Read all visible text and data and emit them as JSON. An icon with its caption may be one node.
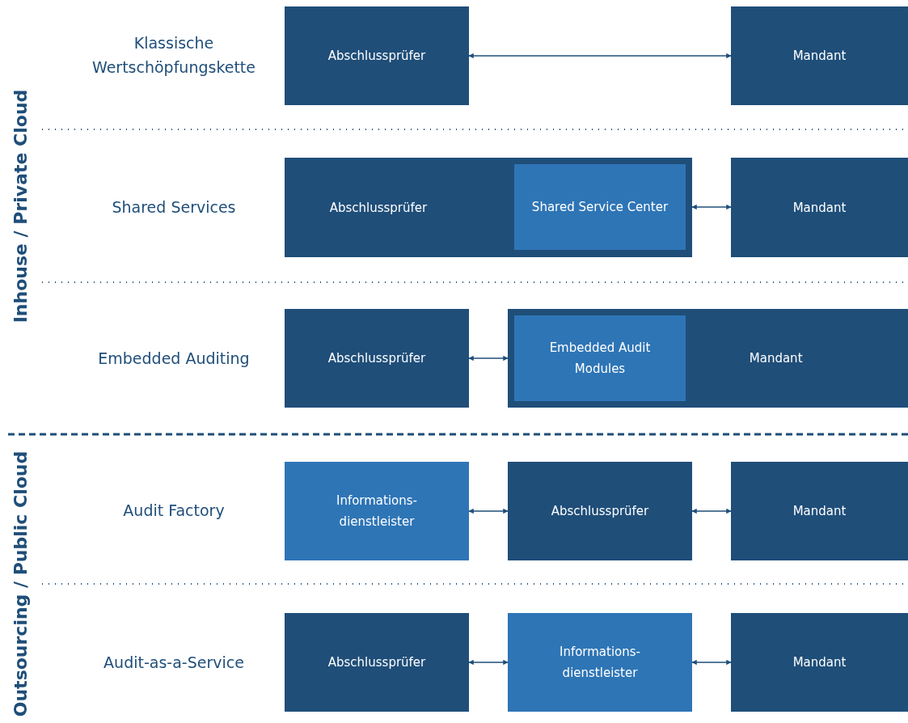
{
  "diagram": {
    "nodes": [
      {
        "text": [
          "Abschlussprüfer"
        ]
      },
      {
        "text": [
          "Mandant"
        ]
      },
      {
        "text": [
          "Abschlussprüfer"
        ]
      },
      {
        "text": [
          "Shared Service Center"
        ],
        "in": 2
      },
      {
        "text": [
          "Mandant"
        ]
      },
      {
        "text": [
          "Abschlussprüfer"
        ]
      },
      {
        "text": [
          "Mandant"
        ]
      },
      {
        "text": [
          "Embedded Audit Modules"
        ],
        "in": 6
      },
      {
        "text": [
          "Informations- dienstleister"
        ]
      },
      {
        "text": [
          "Abschlussprüfer"
        ]
      },
      {
        "text": [
          "Mandant"
        ]
      },
      {
        "text": [
          "Abschlussprüfer"
        ]
      },
      {
        "text": [
          "Informations- dienstleister"
        ]
      },
      {
        "text": [
          "Mandant"
        ]
      }
    ],
    "edges": [
      {
        "from": 0,
        "to": 1,
        "arrow": "both"
      },
      {
        "from": 3,
        "to": 4,
        "arrow": "both"
      },
      {
        "from": 5,
        "to": 6,
        "arrow": "both"
      },
      {
        "from": 8,
        "to": 9,
        "arrow": "both"
      },
      {
        "from": 9,
        "to": 10,
        "arrow": "both"
      },
      {
        "from": 11,
        "to": 12,
        "arrow": "both"
      },
      {
        "from": 12,
        "to": 13,
        "arrow": "both"
      }
    ],
    "labels": [
      "Inhouse / Private Cloud",
      "Klassische Wertschöpfungskette",
      "Shared Services",
      "Embedded Auditing",
      "Outsourcing / Public Cloud",
      "Audit Factory",
      "Audit-as-a-Service"
    ]
  }
}
